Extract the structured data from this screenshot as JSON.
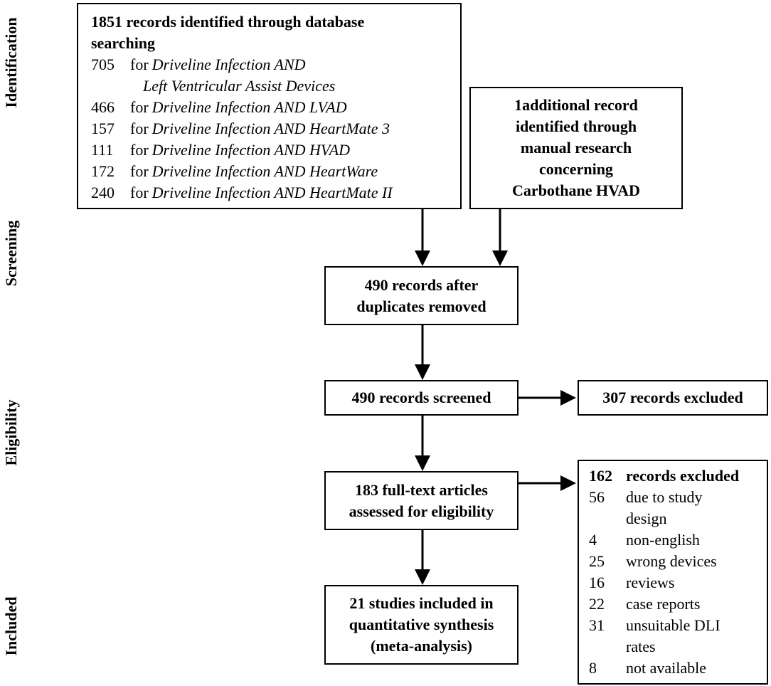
{
  "phases": {
    "identification": "Identification",
    "screening": "Screening",
    "eligibility": "Eligibility",
    "included": "Included"
  },
  "identification_box": {
    "heading_line1": "1851 records identified through database",
    "heading_line2": "searching",
    "searches": [
      {
        "count": "705",
        "prefix": "for",
        "query": "Driveline Infection AND",
        "continuation": "Left Ventricular Assist Devices"
      },
      {
        "count": "466",
        "prefix": "for",
        "query": "Driveline Infection AND LVAD"
      },
      {
        "count": "157",
        "prefix": "for",
        "query": "Driveline Infection AND HeartMate 3"
      },
      {
        "count": "111",
        "prefix": "for",
        "query": "Driveline Infection AND HVAD"
      },
      {
        "count": "172",
        "prefix": "for",
        "query": "Driveline Infection AND HeartWare"
      },
      {
        "count": "240",
        "prefix": "for",
        "query": "Driveline Infection AND HeartMate II"
      }
    ]
  },
  "additional_box": {
    "lines": [
      "1additional record",
      "identified through",
      "manual research",
      "concerning",
      "Carbothane HVAD"
    ]
  },
  "duplicates_box": {
    "lines": [
      "490 records after",
      "duplicates removed"
    ]
  },
  "screened_box": {
    "lines": [
      "490 records screened"
    ]
  },
  "excluded_screen_box": {
    "lines": [
      "307 records excluded"
    ]
  },
  "fulltext_box": {
    "lines": [
      "183 full-text articles",
      "assessed for eligibility"
    ]
  },
  "included_box": {
    "lines": [
      "21 studies included in",
      "quantitative synthesis",
      "(meta-analysis)"
    ]
  },
  "excluded_fulltext_box": {
    "header": {
      "count": "162",
      "label": "records excluded"
    },
    "reasons": [
      {
        "count": "56",
        "line1": "due to study",
        "line2": "design"
      },
      {
        "count": "4",
        "line1": "non-english"
      },
      {
        "count": "25",
        "line1": "wrong devices"
      },
      {
        "count": "16",
        "line1": "reviews"
      },
      {
        "count": "22",
        "line1": "case reports"
      },
      {
        "count": "31",
        "line1": "unsuitable DLI",
        "line2": "rates"
      },
      {
        "count": "8",
        "line1": "not available"
      }
    ]
  }
}
